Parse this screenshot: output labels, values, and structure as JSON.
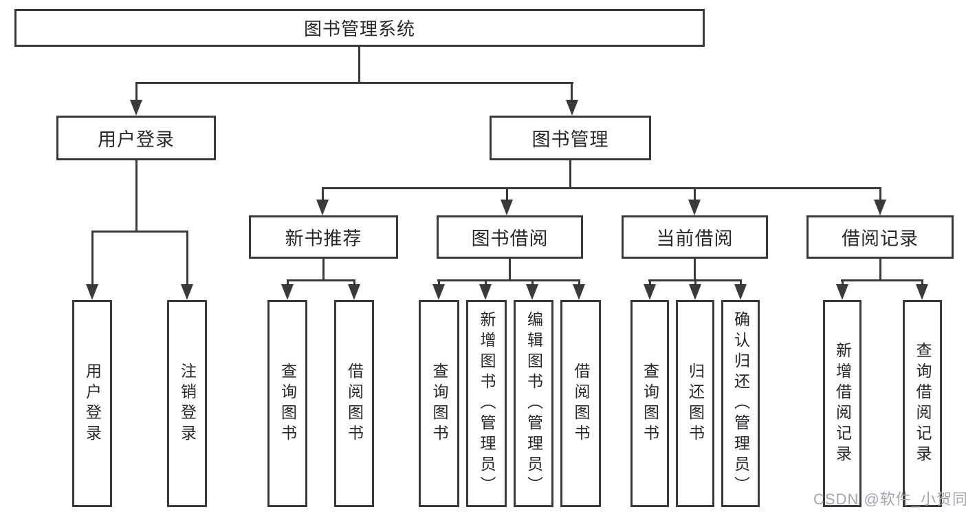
{
  "root": {
    "label": "图书管理系统"
  },
  "level2": [
    {
      "id": "user-login",
      "label": "用户登录",
      "parent": "图书管理系统"
    },
    {
      "id": "book-management",
      "label": "图书管理",
      "parent": "图书管理系统"
    }
  ],
  "level3": [
    {
      "id": "new-book-recommend",
      "label": "新书推荐",
      "parent": "图书管理"
    },
    {
      "id": "book-borrow",
      "label": "图书借阅",
      "parent": "图书管理"
    },
    {
      "id": "current-borrow",
      "label": "当前借阅",
      "parent": "图书管理"
    },
    {
      "id": "borrow-records",
      "label": "借阅记录",
      "parent": "图书管理"
    }
  ],
  "leaves": [
    {
      "label": "用户登录",
      "parent": "用户登录"
    },
    {
      "label": "注销登录",
      "parent": "用户登录"
    },
    {
      "label": "查询图书",
      "parent": "新书推荐"
    },
    {
      "label": "借阅图书",
      "parent": "新书推荐"
    },
    {
      "label": "查询图书",
      "parent": "图书借阅"
    },
    {
      "label": "新增图书（管理员）",
      "parent": "图书借阅"
    },
    {
      "label": "编辑图书（管理员）",
      "parent": "图书借阅"
    },
    {
      "label": "借阅图书",
      "parent": "图书借阅"
    },
    {
      "label": "查询图书",
      "parent": "当前借阅"
    },
    {
      "label": "归还图书",
      "parent": "当前借阅"
    },
    {
      "label": "确认归还（管理员）",
      "parent": "当前借阅"
    },
    {
      "label": "新增借阅记录",
      "parent": "借阅记录"
    },
    {
      "label": "查询借阅记录",
      "parent": "借阅记录"
    }
  ],
  "watermark": "CSDN @软件_小贺同学",
  "colors": {
    "line": "#3a3a3c",
    "box_border": "#3a3a3c",
    "box_background": "#ffffff",
    "text": "#28282c",
    "watermark": "#a4a6ae",
    "page_background": "#ffffff"
  }
}
